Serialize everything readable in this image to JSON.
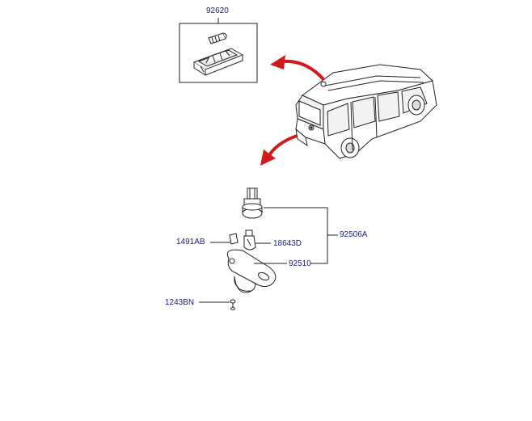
{
  "diagram": {
    "labels": {
      "p92620": "92620",
      "p92506a": "92506A",
      "p1491ab": "1491AB",
      "p18643d": "18643D",
      "p92510": "92510",
      "p1243bn": "1243BN"
    },
    "colors": {
      "label_text": "#1a1a8c",
      "leader_line": "#222222",
      "arrow": "#d11a1a",
      "line_art": "#222222"
    }
  }
}
